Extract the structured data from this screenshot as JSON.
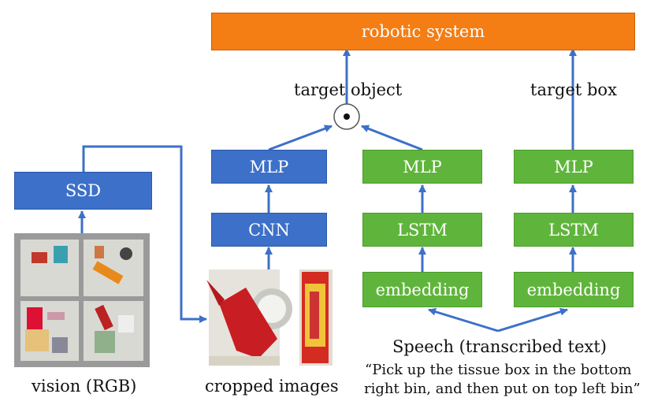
{
  "boxes": {
    "robotic_system": "robotic system",
    "ssd": "SSD",
    "mlp_vision": "MLP",
    "cnn": "CNN",
    "mlp_target_object": "MLP",
    "lstm_target_object": "LSTM",
    "embedding_target_object": "embedding",
    "mlp_target_box": "MLP",
    "lstm_target_box": "LSTM",
    "embedding_target_box": "embedding"
  },
  "labels": {
    "target_object": "target object",
    "target_box": "target box",
    "vision": "vision (RGB)",
    "cropped": "cropped images",
    "speech": "Speech (transcribed text)",
    "quote_line1": "“Pick up the tissue box in the bottom",
    "quote_line2": "right bin, and then put on top left bin”"
  },
  "colors": {
    "blue": "#3d70c8",
    "green": "#5fb53b",
    "orange": "#f47d14",
    "arrow": "#3d70c8"
  }
}
